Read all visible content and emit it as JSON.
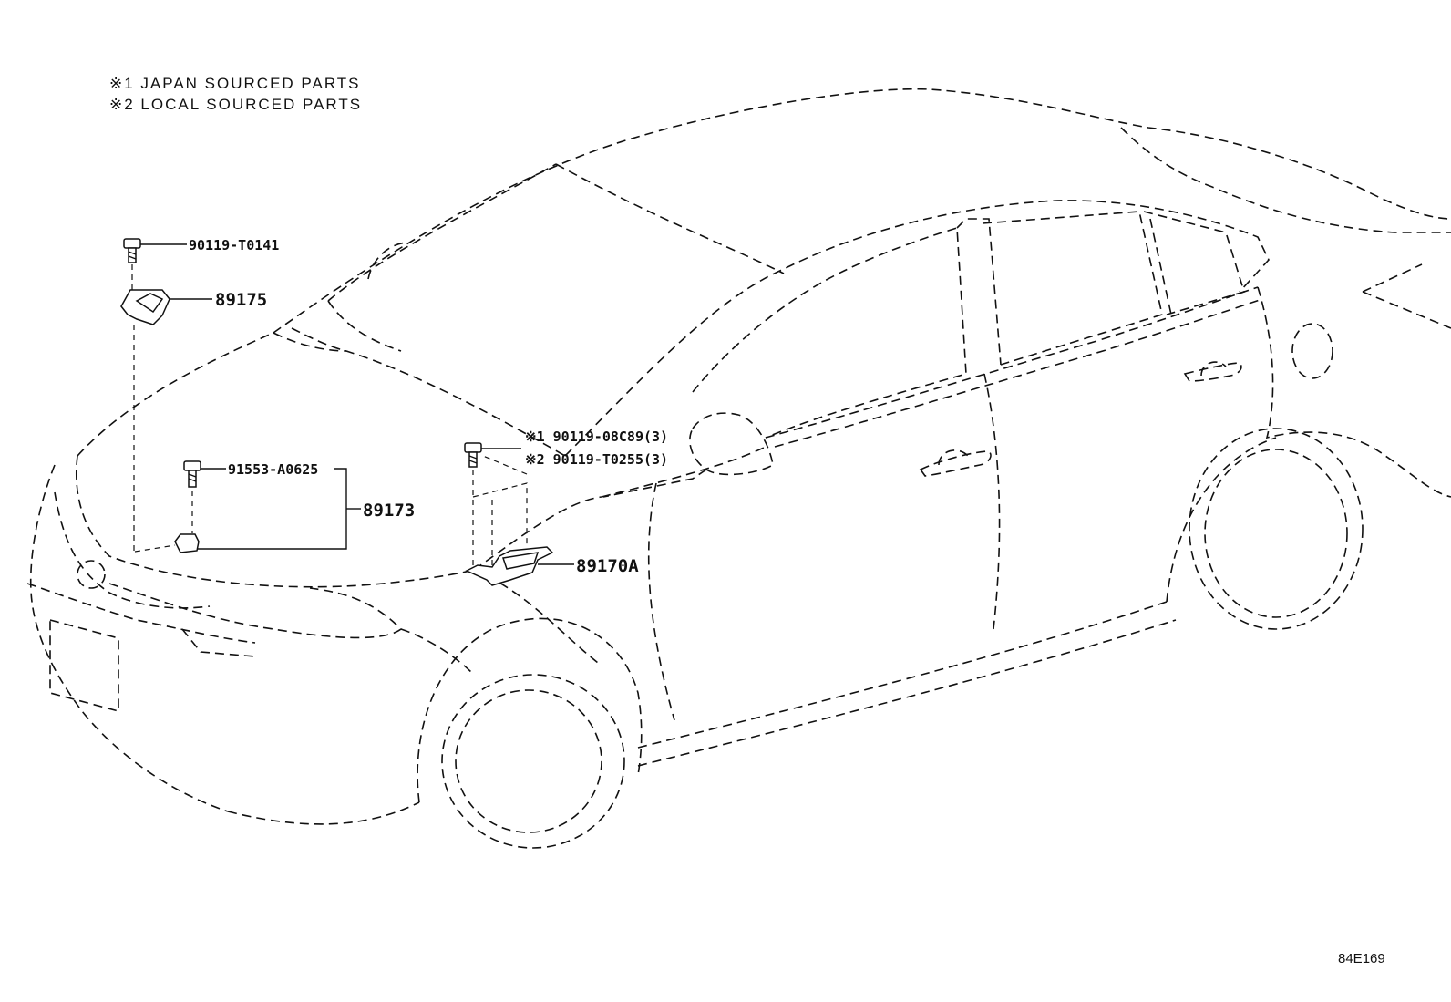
{
  "legend": {
    "note1": "※1 JAPAN SOURCED PARTS",
    "note2": "※2 LOCAL SOURCED PARTS"
  },
  "callouts": {
    "bolt_top": "90119-T0141",
    "bracket": "89175",
    "bolt_front": "91553-A0625",
    "assembly": "89173",
    "bolt_jp": "※1 90119-08C89(3)",
    "bolt_local": "※2 90119-T0255(3)",
    "sensor": "89170A"
  },
  "figure_code": "84E169"
}
